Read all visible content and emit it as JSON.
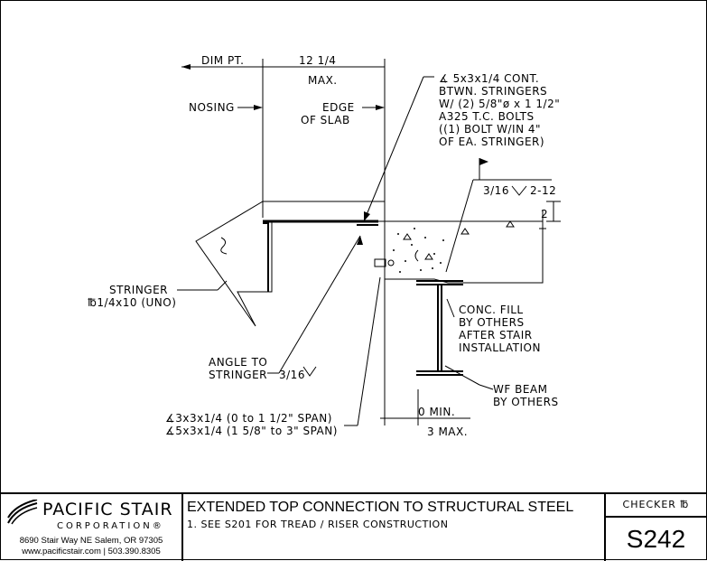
{
  "labels": {
    "dim_pt": "DIM PT.",
    "dim_12": "12 1/4",
    "max": "MAX.",
    "nosing": "NOSING",
    "edge_1": "EDGE",
    "edge_2": "OF SLAB",
    "angle_note": [
      "∡ 5x3x1/4 CONT.",
      "BTWN. STRINGERS",
      "W/ (2) 5/8\"ø x 1 1/2\"",
      "A325 T.C. BOLTS",
      "((1) BOLT W/IN 4\"",
      "OF EA. STRINGER)"
    ],
    "weld_top_left": "3/16",
    "weld_top_right": "2-12",
    "slab_dim": "2",
    "stringer_1": "STRINGER",
    "stringer_2": "℔1/4x10 (UNO)",
    "conc_note": [
      "CONC. FILL",
      "BY OTHERS",
      "AFTER STAIR",
      "INSTALLATION"
    ],
    "angle_to_1": "ANGLE TO",
    "angle_to_2": "STRINGER",
    "weld_angle": "3/16",
    "wf_1": "WF BEAM",
    "wf_2": "BY OTHERS",
    "span_1": "∡3x3x1/4 (0 to 1 1/2\" SPAN)",
    "span_2": "∡5x3x1/4 (1 5/8\" to 3\" SPAN)",
    "min": "0 MIN.",
    "three_max": "3 MAX."
  },
  "title_block": {
    "company": "PACIFIC STAIR",
    "corporation": "CORPORATION®",
    "address": "8690 Stair Way NE Salem, OR 97305",
    "contact": "www.pacificstair.com  |  503.390.8305",
    "title": "EXTENDED TOP CONNECTION TO STRUCTURAL STEEL",
    "note": "1.  SEE S201 FOR TREAD / RISER CONSTRUCTION",
    "checker": "CHECKER ℔",
    "sheet": "S242"
  }
}
